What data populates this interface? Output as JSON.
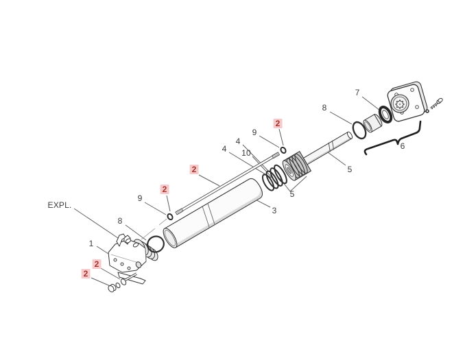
{
  "figure": {
    "kind": "exploded-parts-diagram",
    "subject": "hydraulic cylinder exploded view",
    "background_color": "#ffffff",
    "line_color": "#333333",
    "label_text_color": "#3a3a3a",
    "highlight_bg_color": "#f6caca",
    "highlight_text_color": "#a3322a"
  },
  "callouts": [
    {
      "text": "EXPL.",
      "highlighted": false
    },
    {
      "text": "1",
      "highlighted": false
    },
    {
      "text": "8",
      "highlighted": false
    },
    {
      "text": "9",
      "highlighted": false
    },
    {
      "text": "2",
      "highlighted": true
    },
    {
      "text": "2",
      "highlighted": true
    },
    {
      "text": "2",
      "highlighted": true
    },
    {
      "text": "2",
      "highlighted": true
    },
    {
      "text": "3",
      "highlighted": false
    },
    {
      "text": "4",
      "highlighted": false
    },
    {
      "text": "4",
      "highlighted": false
    },
    {
      "text": "10",
      "highlighted": false
    },
    {
      "text": "9",
      "highlighted": false
    },
    {
      "text": "2",
      "highlighted": true
    },
    {
      "text": "5",
      "highlighted": false
    },
    {
      "text": "5",
      "highlighted": false
    },
    {
      "text": "8",
      "highlighted": false
    },
    {
      "text": "7",
      "highlighted": false
    },
    {
      "text": "6",
      "highlighted": false
    }
  ]
}
